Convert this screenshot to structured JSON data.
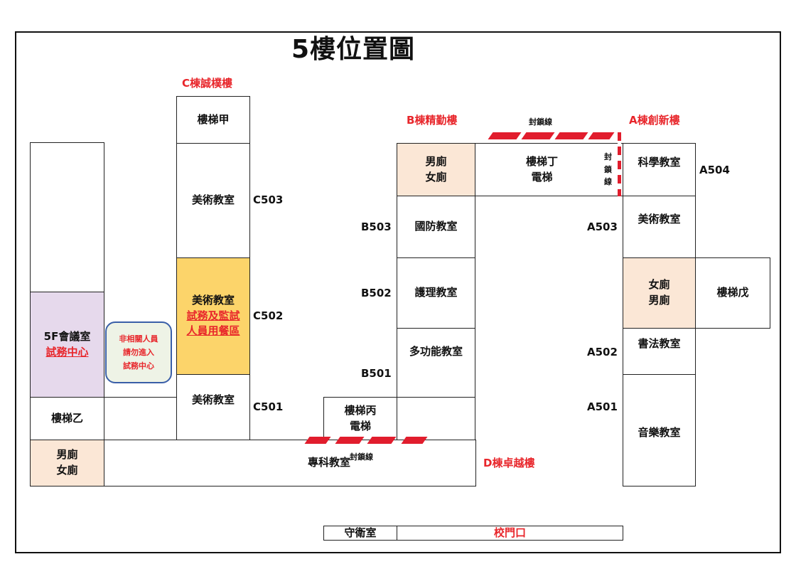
{
  "title": "5樓位置圖",
  "buildings": {
    "a": "A棟創新樓",
    "b": "B棟精勤樓",
    "c": "C棟誠樸樓",
    "d": "D棟卓越樓"
  },
  "blockade": {
    "label": "封鎖線",
    "vertical_chars": [
      "封",
      "鎖",
      "線"
    ]
  },
  "colors": {
    "accent_red": "#e8262b",
    "restroom": "#fbe7d6",
    "exam_center": "#e6d9ec",
    "dining": "#fcd46a",
    "notice_border": "#3a5fa8"
  },
  "rooms": {
    "conference": "5F會議室",
    "exam_center": "試務中心",
    "stair_yi": "樓梯乙",
    "restroom_left": [
      "男廁",
      "女廁"
    ],
    "stair_jia": "樓梯甲",
    "art_c503": "美術教室",
    "art_c502": "美術教室",
    "dining_line1": "試務及監試",
    "dining_line2": "人員用餐區",
    "art_c501": "美術教室",
    "specialty": "專科教室",
    "stair_bing": [
      "樓梯丙",
      "電梯"
    ],
    "restroom_b": [
      "男廁",
      "女廁"
    ],
    "defense": "國防教室",
    "nursing": "護理教室",
    "multi": "多功能教室",
    "stair_ding": [
      "樓梯丁",
      "電梯"
    ],
    "science": "科學教室",
    "art_a503": "美術教室",
    "restroom_a": [
      "女廁",
      "男廁"
    ],
    "stair_wu": "樓梯戊",
    "calligraphy": "書法教室",
    "music": "音樂教室",
    "guard": "守衛室",
    "gate": "校門口"
  },
  "notice": [
    "非相關人員",
    "請勿進入",
    "試務中心"
  ],
  "room_codes": {
    "c503": "C503",
    "c502": "C502",
    "c501": "C501",
    "b503": "B503",
    "b502": "B502",
    "b501": "B501",
    "a504": "A504",
    "a503": "A503",
    "a502": "A502",
    "a501": "A501"
  }
}
